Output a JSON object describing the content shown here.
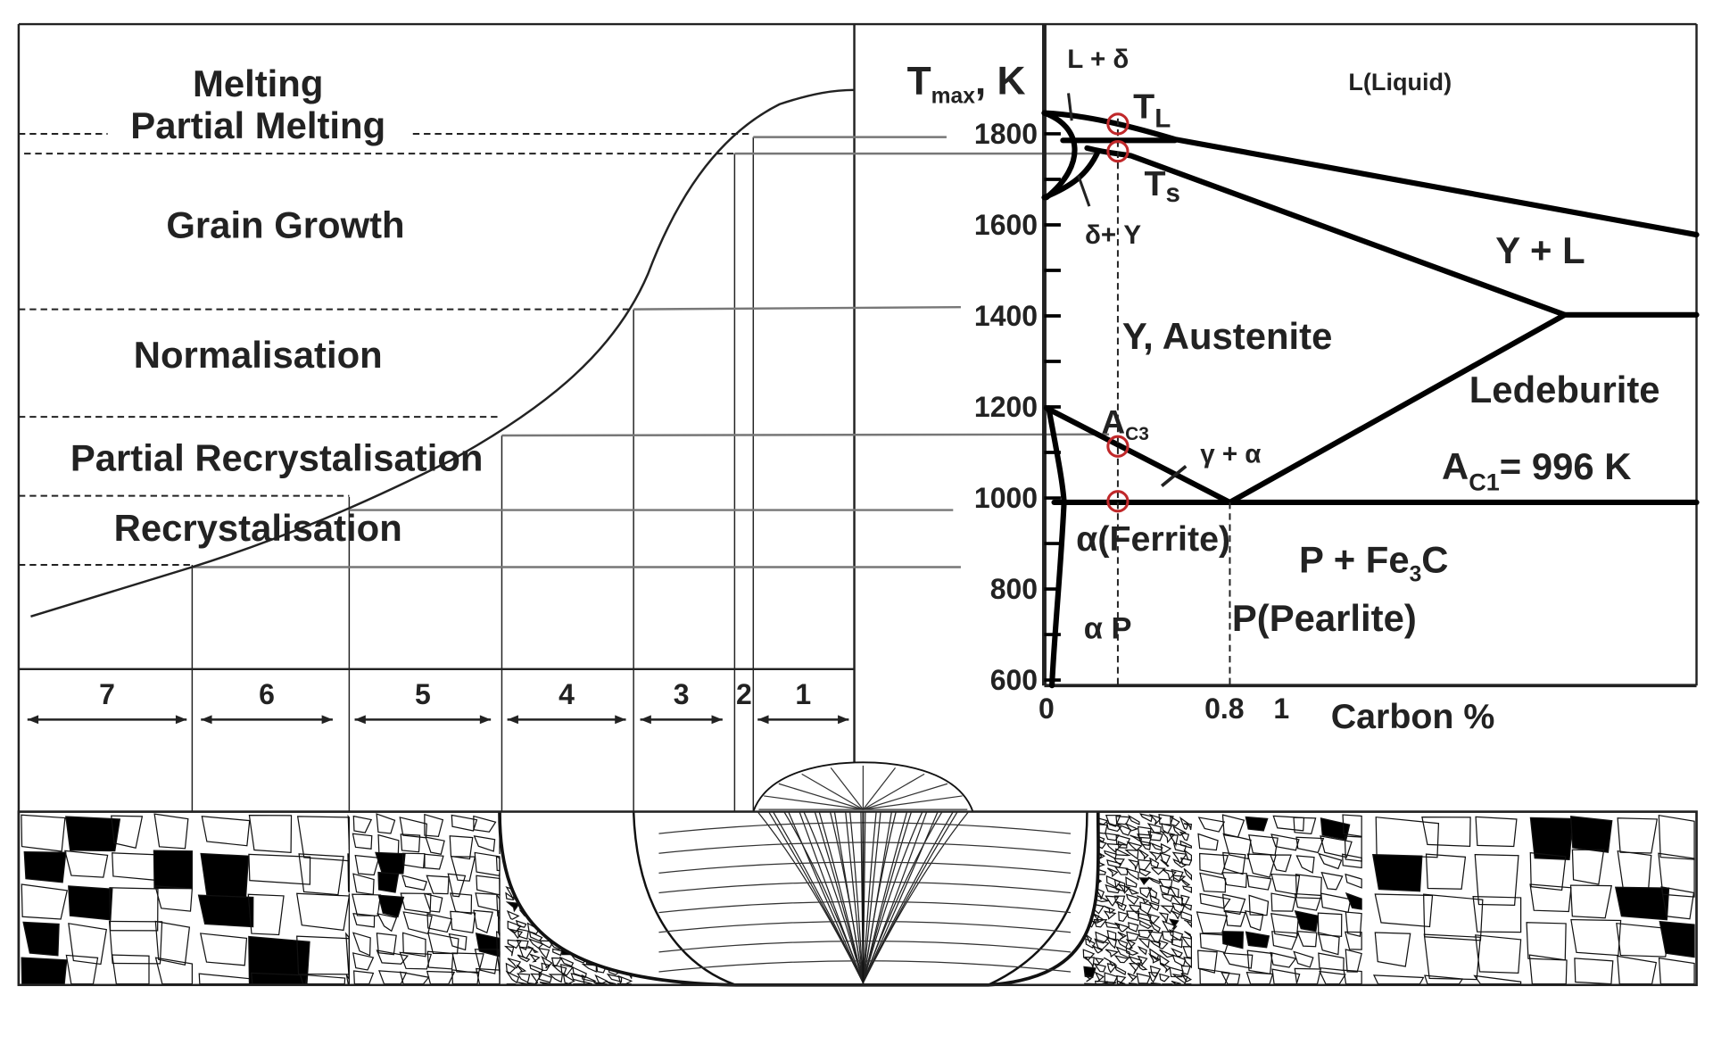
{
  "zones": {
    "melting": "Melting",
    "partial_melting": "Partial Melting",
    "grain_growth": "Grain Growth",
    "normalisation": "Normalisation",
    "partial_recrystallisation": "Partial Recrystalisation",
    "recrystallisation": "Recrystalisation",
    "numbers": [
      "7",
      "6",
      "5",
      "4",
      "3",
      "2",
      "1"
    ]
  },
  "phase_diagram": {
    "y_axis_label": "T",
    "y_axis_sub": "max",
    "y_axis_unit": ", K",
    "y_ticks": [
      "1800",
      "1600",
      "1400",
      "1200",
      "1000",
      "800",
      "600"
    ],
    "x_axis_label": "Carbon %",
    "x_ticks": [
      "0",
      "0.8",
      "1"
    ],
    "regions": {
      "l_delta": "L + δ",
      "liquid": "L(Liquid)",
      "tl": "T",
      "tl_sub": "L",
      "ts": "T",
      "ts_sub": "s",
      "delta_gamma": "δ+ Y",
      "gamma_l": "Y + L",
      "austenite": "Y, Austenite",
      "ledeburite": "Ledeburite",
      "ac3": "A",
      "ac3_sub": "C3",
      "gamma_alpha": "γ + α",
      "ac1": "A",
      "ac1_sub": "C1",
      "ac1_value": "= 996 K",
      "ferrite": "α(Ferrite)",
      "p_fe3c": "P + Fe",
      "p_fe3c_sub": "3",
      "p_fe3c_end": "C",
      "pearlite": "P(Pearlite)",
      "alpha_p": "α P"
    },
    "marker_color": "#c0282a"
  }
}
